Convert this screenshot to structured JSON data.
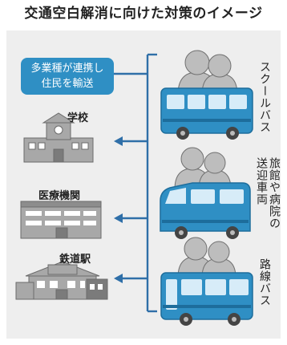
{
  "title": "交通空白解消に向けた対策のイメージ",
  "callout": {
    "line1": "多業種が連携し",
    "line2": "住民を輸送"
  },
  "destinations": [
    {
      "label": "学校"
    },
    {
      "label": "医療機関"
    },
    {
      "label": "鉄道駅"
    }
  ],
  "buses": [
    {
      "label": "スクールバス"
    },
    {
      "label": "旅館や病院の送迎車両"
    },
    {
      "label": "路線バス"
    }
  ],
  "colors": {
    "bus": "#2f8fc4",
    "bus_dark": "#1d6d9c",
    "panel": "#eeeeee",
    "line": "#2f6fa8",
    "building": "#9a9a9a"
  }
}
